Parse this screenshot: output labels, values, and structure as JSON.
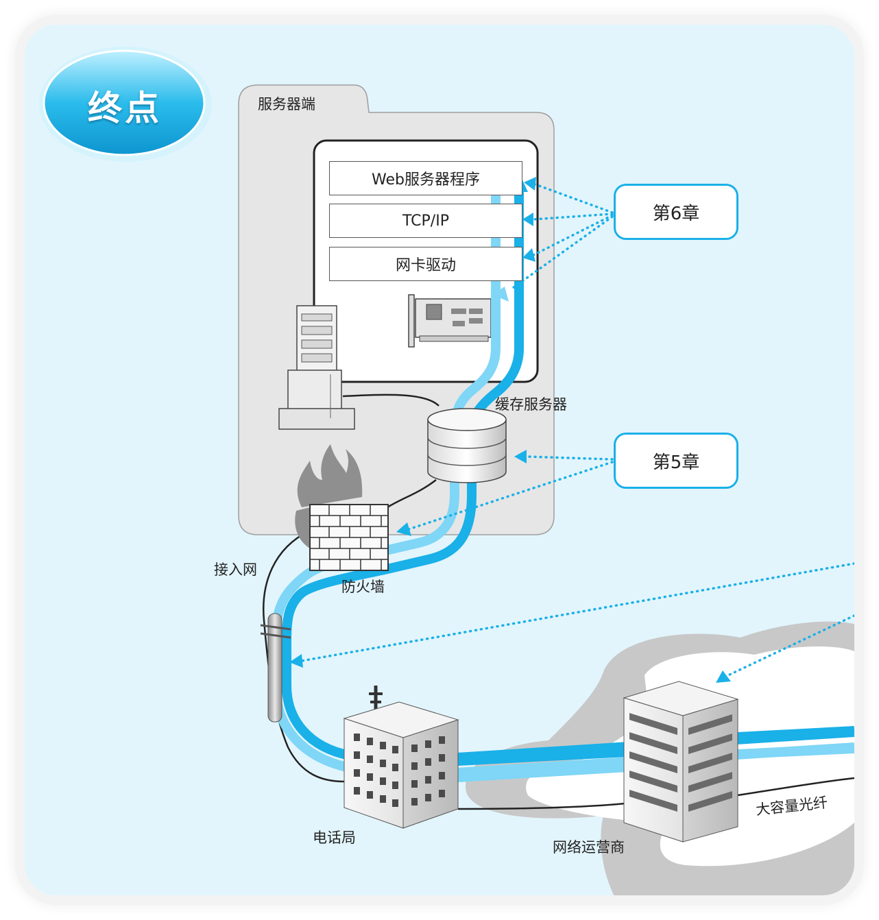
{
  "title": "终点",
  "server_group_label": "服务器端",
  "layers": [
    "Web服务器程序",
    "TCP/IP",
    "网卡驱动"
  ],
  "labels": {
    "cache_server": "缓存服务器",
    "firewall": "防火墙",
    "access_network": "接入网",
    "telephone_office": "电话局",
    "network_operator": "网络运营商",
    "fiber": "大容量光纤"
  },
  "chapters": {
    "ch6": "第6章",
    "ch5": "第5章"
  },
  "colors": {
    "accent": "#1ab0e8",
    "light_path": "#7fd6f6",
    "background": "#e2f5fc"
  }
}
